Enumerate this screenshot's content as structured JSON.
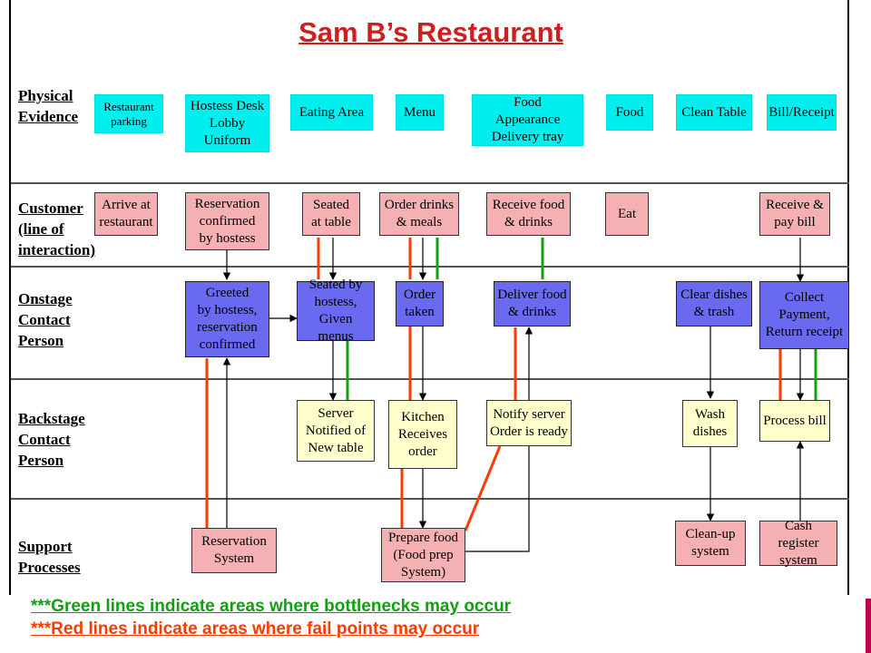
{
  "title": "Sam B’s Restaurant",
  "lanes": {
    "physical": "Physical\nEvidence",
    "customer": "Customer\n(line of\ninteraction)",
    "onstage": "Onstage\nContact\nPerson",
    "backstage": "Backstage\nContact\nPerson",
    "support": "Support\nProcesses"
  },
  "physical_evidence": [
    "Restaurant\nparking",
    "Hostess Desk\nLobby\nUniform",
    "Eating Area",
    "Menu",
    "Food\nAppearance\nDelivery tray",
    "Food",
    "Clean Table",
    "Bill/Receipt"
  ],
  "customer": [
    "Arrive at\nrestaurant",
    "Reservation\nconfirmed\nby hostess",
    "Seated\nat table",
    "Order drinks\n& meals",
    "Receive food\n& drinks",
    "Eat",
    "Receive &\npay bill"
  ],
  "onstage": [
    "Greeted\nby hostess,\nreservation\nconfirmed",
    "Seated by\nhostess,\nGiven menus",
    "Order\ntaken",
    "Deliver food\n& drinks",
    "Clear dishes\n& trash",
    "Collect\nPayment,\nReturn receipt"
  ],
  "backstage": [
    "Server\nNotified of\nNew table",
    "Kitchen\nReceives\norder",
    "Notify server\nOrder is ready",
    "Wash\ndishes",
    "Process bill"
  ],
  "support": [
    "Reservation\nSystem",
    "Prepare food\n(Food prep\nSystem)",
    "Clean-up\nsystem",
    "Cash register\nsystem"
  ],
  "legend": {
    "green": "***Green lines indicate areas where bottlenecks may occur",
    "red": "***Red lines indicate areas where fail points may occur"
  },
  "colors": {
    "title": "#cc1f1f",
    "physical_evidence": "#00eeee",
    "customer": "#f4b0b2",
    "onstage": "#6a6af0",
    "backstage": "#ffffcc",
    "support": "#f4b0b2",
    "bottleneck_line": "#10a010",
    "fail_point_line": "#ff3a00"
  }
}
